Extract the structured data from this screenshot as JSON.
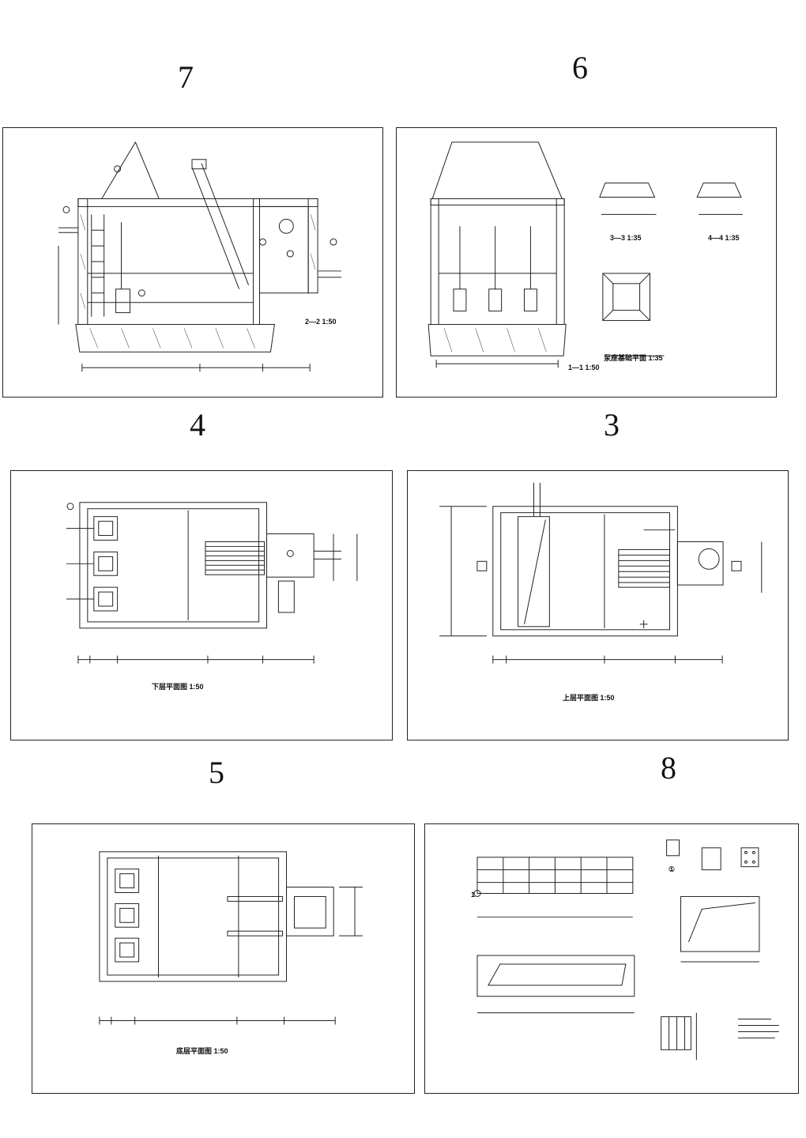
{
  "sheets": [
    {
      "id": "7",
      "number": "7",
      "caption": "2—2 1:50"
    },
    {
      "id": "6",
      "number": "6",
      "caption": "1—1 1:50",
      "sub_captions": [
        "3—3 1:35",
        "4—4 1:35",
        "泵座基础平面 1:35"
      ]
    },
    {
      "id": "4",
      "number": "4",
      "caption": "下层平面图 1:50"
    },
    {
      "id": "3",
      "number": "3",
      "caption": "上层平面图 1:50"
    },
    {
      "id": "5",
      "number": "5",
      "caption": "底层平面图 1:50"
    },
    {
      "id": "8",
      "number": "8",
      "caption": "",
      "sub_captions": [
        "①",
        "1"
      ]
    }
  ],
  "colors": {
    "line": "#222222",
    "hatch": "#555555",
    "background": "#ffffff"
  }
}
